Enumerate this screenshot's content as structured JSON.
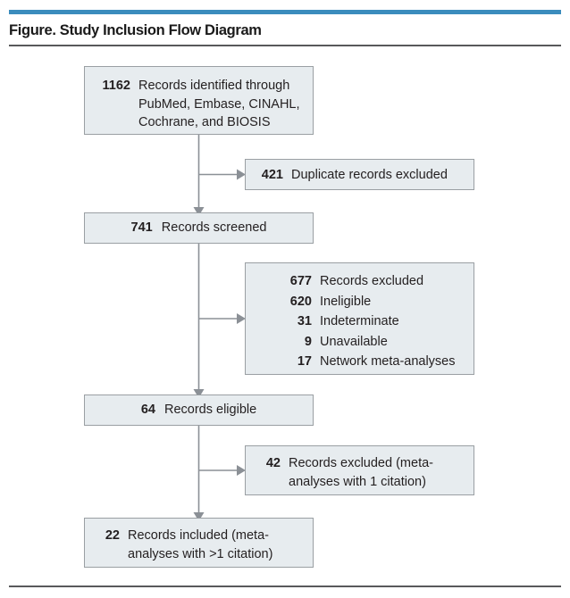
{
  "figure": {
    "title": "Figure. Study Inclusion Flow Diagram",
    "accent_color": "#3b8cbd",
    "rule_color": "#58595b",
    "box_fill": "#e7ecef",
    "box_border": "#9a9fa3",
    "connector_color": "#8b9096"
  },
  "flow": {
    "identified": {
      "count": "1162",
      "label": "Records identified through PubMed, Embase, CINAHL, Cochrane, and BIOSIS"
    },
    "duplicates_excluded": {
      "count": "421",
      "label": "Duplicate records excluded"
    },
    "screened": {
      "count": "741",
      "label": "Records screened"
    },
    "excluded": {
      "count": "677",
      "label": "Records excluded",
      "reasons": [
        {
          "count": "620",
          "label": "Ineligible"
        },
        {
          "count": "31",
          "label": "Indeterminate"
        },
        {
          "count": "9",
          "label": "Unavailable"
        },
        {
          "count": "17",
          "label": "Network meta-analyses"
        }
      ]
    },
    "eligible": {
      "count": "64",
      "label": "Records eligible"
    },
    "excluded_meta": {
      "count": "42",
      "label": "Records excluded (meta-analyses with 1 citation)"
    },
    "included": {
      "count": "22",
      "label": "Records included (meta-analyses with >1 citation)"
    }
  }
}
